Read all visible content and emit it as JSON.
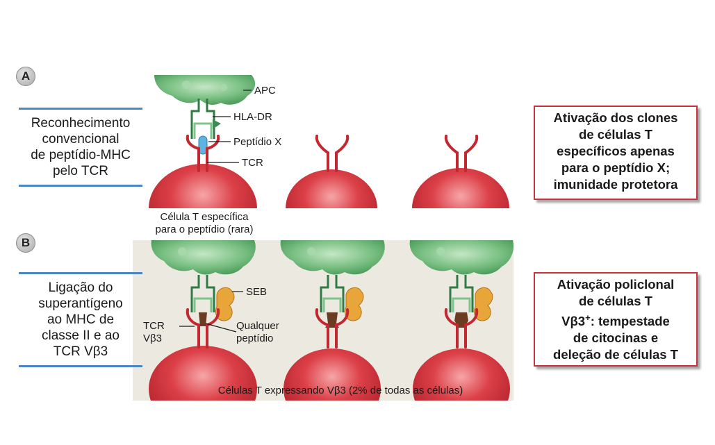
{
  "panel_a": {
    "badge": "A",
    "side_text": [
      "Reconhecimento",
      "convencional",
      "de peptídio-MHC",
      "pelo TCR"
    ],
    "labels": {
      "apc": "APC",
      "hla": "HLA-DR",
      "peptide": "Peptídio X",
      "tcr": "TCR",
      "caption_line1": "Célula T específica",
      "caption_line2": "para o peptídio (rara)"
    },
    "result": [
      "Ativação dos clones",
      "de células T",
      "específicos apenas",
      "para o peptídio X;",
      "imunidade protetora"
    ]
  },
  "panel_b": {
    "badge": "B",
    "side_text": [
      "Ligação do",
      "superantígeno",
      "ao MHC de",
      "classe II e ao",
      "TCR Vβ3"
    ],
    "labels": {
      "seb": "SEB",
      "tcr1": "TCR",
      "tcr2": "Vβ3",
      "any_peptide1": "Qualquer",
      "any_peptide2": "peptídio",
      "caption": "Células T expressando Vβ3 (2% de todas as células)"
    },
    "result_lines": [
      "Ativação policlonal",
      "de células T"
    ],
    "result_vb3": "Vβ3",
    "result_sup": "+",
    "result_tail": ": tempestade",
    "result_lines2": [
      "de citocinas e",
      "deleção de células T"
    ]
  },
  "colors": {
    "apc_green": "#5fae6f",
    "tcell_red": "#d4313c",
    "receptor_red": "#c3272f",
    "mhc_green": "#3e8a55",
    "peptide_blue": "#5fb3e0",
    "peptide_brown": "#6b3b22",
    "seb_orange": "#e8a63a",
    "panel_b_bg": "#ece9e1",
    "result_border": "#c9313f",
    "rule_blue": "#4a86c3"
  }
}
